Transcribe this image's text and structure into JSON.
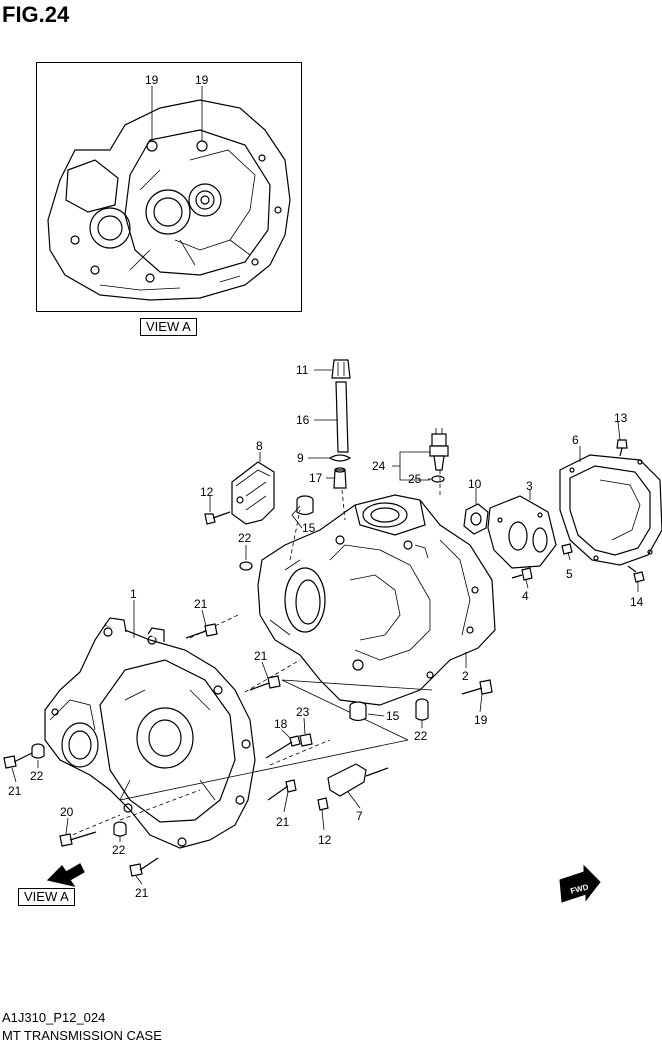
{
  "figure": {
    "title": "FIG.24",
    "code": "A1J310_P12_024",
    "name": "MT TRANSMISSION CASE"
  },
  "inset": {
    "label": "VIEW A",
    "callouts": [
      "19",
      "19"
    ]
  },
  "view_arrow_label": "VIEW A",
  "fwd_label": "FWD",
  "callouts": [
    "11",
    "16",
    "9",
    "17",
    "24",
    "25",
    "8",
    "12",
    "15",
    "22",
    "10",
    "3",
    "6",
    "13",
    "5",
    "4",
    "14",
    "1",
    "21",
    "21",
    "2",
    "15",
    "19",
    "22",
    "23",
    "18",
    "7",
    "12",
    "21",
    "21",
    "22",
    "20",
    "22",
    "21"
  ]
}
